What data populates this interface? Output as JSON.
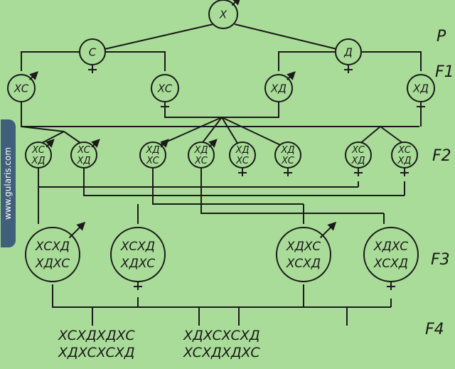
{
  "colors": {
    "background": "#a9dc98",
    "ink": "#1a1a1a",
    "watermark_bg": "#3f5f7a"
  },
  "watermark": {
    "text": "www.gularis.com"
  },
  "generation_labels": {
    "p": "P",
    "f1": "F1",
    "f2": "F2",
    "f3": "F3",
    "f4": "F4"
  },
  "nodes": {
    "p_x": {
      "sex": "male",
      "lines": [
        "X"
      ]
    },
    "p_c": {
      "sex": "female",
      "lines": [
        "C"
      ]
    },
    "p_d": {
      "sex": "female",
      "lines": [
        "Д"
      ]
    },
    "f1_1": {
      "sex": "male",
      "lines": [
        "XC"
      ]
    },
    "f1_2": {
      "sex": "female",
      "lines": [
        "XC"
      ]
    },
    "f1_3": {
      "sex": "male",
      "lines": [
        "XД"
      ]
    },
    "f1_4": {
      "sex": "female",
      "lines": [
        "XД"
      ]
    },
    "f2_1": {
      "sex": "male",
      "lines": [
        "XC",
        "XД"
      ]
    },
    "f2_2": {
      "sex": "male",
      "lines": [
        "XC",
        "XД"
      ]
    },
    "f2_3": {
      "sex": "male",
      "lines": [
        "XД",
        "XC"
      ]
    },
    "f2_4": {
      "sex": "male",
      "lines": [
        "XД",
        "XC"
      ]
    },
    "f2_5": {
      "sex": "female",
      "lines": [
        "XД",
        "XC"
      ]
    },
    "f2_6": {
      "sex": "female",
      "lines": [
        "XД",
        "XC"
      ]
    },
    "f2_7": {
      "sex": "female",
      "lines": [
        "XC",
        "XД"
      ]
    },
    "f2_8": {
      "sex": "female",
      "lines": [
        "XC",
        "XД"
      ]
    },
    "f3_1": {
      "sex": "male",
      "lines": [
        "XCXД",
        "XДXC"
      ]
    },
    "f3_2": {
      "sex": "female",
      "lines": [
        "XCXД",
        "XДXC"
      ]
    },
    "f3_3": {
      "sex": "male",
      "lines": [
        "XДXC",
        "XCXД"
      ]
    },
    "f3_4": {
      "sex": "female",
      "lines": [
        "XДXC",
        "XCXД"
      ]
    }
  },
  "f4": {
    "left": [
      "XCXДXДXC",
      "XДXCXCXД"
    ],
    "right": [
      "XДXCXCXД",
      "XCXДXДXC"
    ]
  }
}
